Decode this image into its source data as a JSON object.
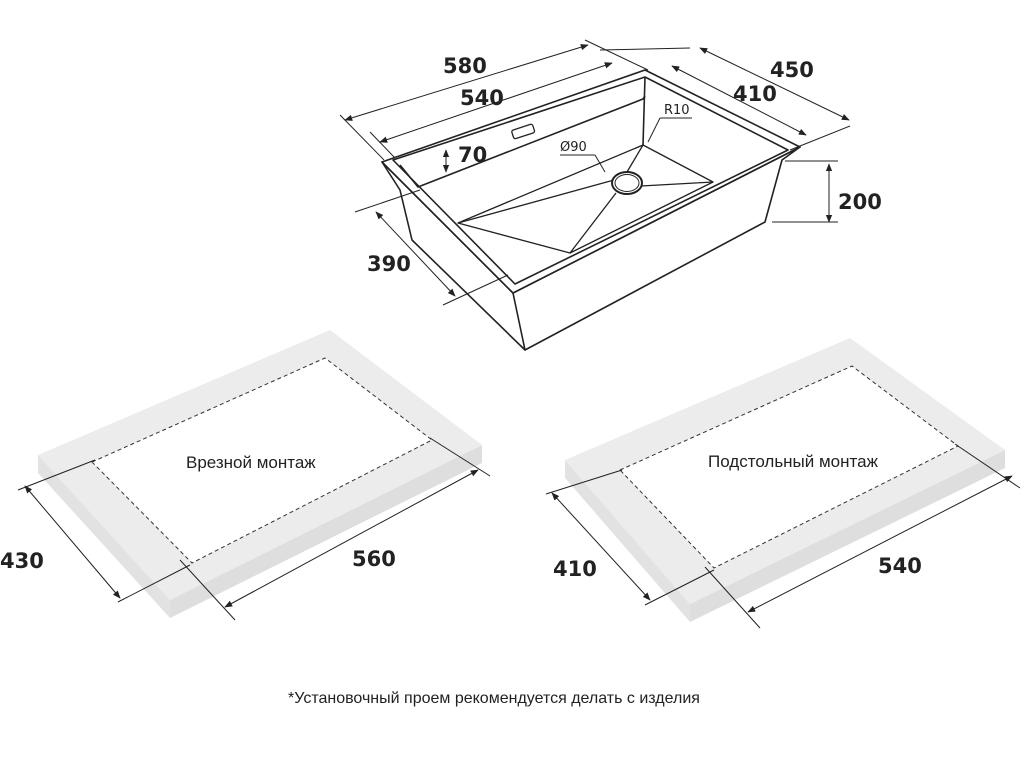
{
  "sink": {
    "dims": {
      "outer_length": "580",
      "inner_length": "540",
      "outer_width": "450",
      "inner_width": "410",
      "shelf": "70",
      "depth": "200",
      "bowl_width": "390",
      "radius": "R10",
      "drain": "Ø90"
    }
  },
  "top_mount": {
    "label": "Врезной монтаж",
    "width": "430",
    "length": "560"
  },
  "under_mount": {
    "label": "Подстольный монтаж",
    "width": "410",
    "length": "540"
  },
  "footnote": "*Установочный проем рекомендуется делать с изделия",
  "colors": {
    "line": "#222222",
    "slab": "#ececec"
  }
}
